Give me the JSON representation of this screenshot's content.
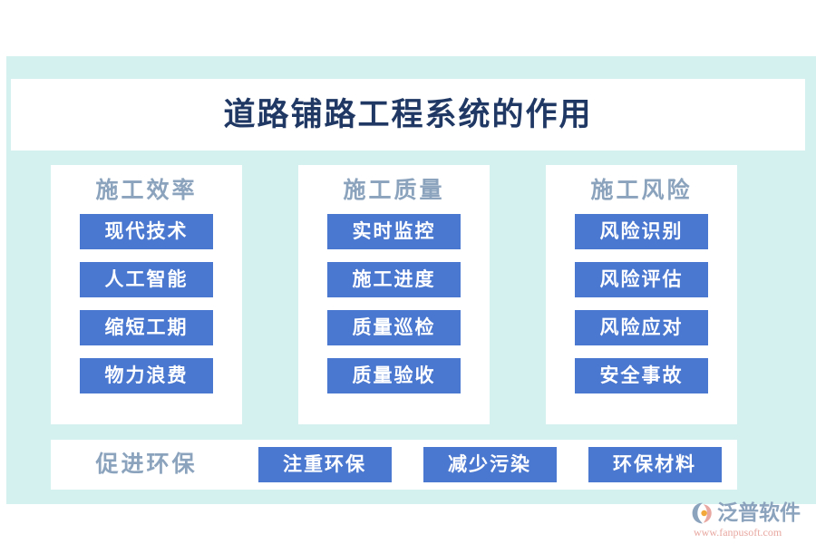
{
  "page": {
    "background_color": "#ffffff",
    "panel_color": "#d4f1ef",
    "card_color": "#ffffff",
    "chip_color": "#4a77d0",
    "chip_text_color": "#ffffff",
    "header_color": "#8ba3bd",
    "title_color": "#1f3864"
  },
  "title": {
    "text": "道路铺路工程系统的作用"
  },
  "columns": [
    {
      "header": "施工效率",
      "items": [
        "现代技术",
        "人工智能",
        "缩短工期",
        "物力浪费"
      ]
    },
    {
      "header": "施工质量",
      "items": [
        "实时监控",
        "施工进度",
        "质量巡检",
        "质量验收"
      ]
    },
    {
      "header": "施工风险",
      "items": [
        "风险识别",
        "风险评估",
        "风险应对",
        "安全事故"
      ]
    }
  ],
  "bottom_row": {
    "header": "促进环保",
    "items": [
      "注重环保",
      "减少污染",
      "环保材料"
    ]
  },
  "logo": {
    "mark": "fanpu-spiral-icon",
    "name": "泛普软件",
    "url": "www.fanpusoft.com"
  }
}
